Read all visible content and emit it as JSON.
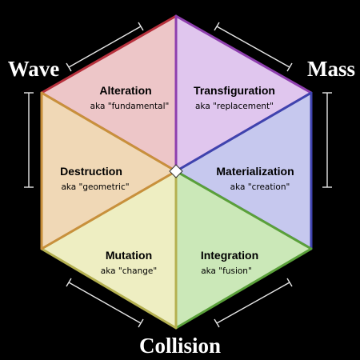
{
  "outer_labels": {
    "wave": "Wave",
    "mass": "Mass",
    "collision": "Collision"
  },
  "segments": [
    {
      "key": "alteration",
      "title": "Alteration",
      "aka": "aka \"fundamental\"",
      "fill": "#edc6c8",
      "stroke": "#b6303c"
    },
    {
      "key": "transfiguration",
      "title": "Transfiguration",
      "aka": "aka \"replacement\"",
      "fill": "#e0c6ee",
      "stroke": "#8e3fae"
    },
    {
      "key": "materialization",
      "title": "Materialization",
      "aka": "aka \"creation\"",
      "fill": "#c6c8ee",
      "stroke": "#3f43ae"
    },
    {
      "key": "integration",
      "title": "Integration",
      "aka": "aka \"fusion\"",
      "fill": "#cbe8b8",
      "stroke": "#5aa03a"
    },
    {
      "key": "mutation",
      "title": "Mutation",
      "aka": "aka \"change\"",
      "fill": "#eeeec2",
      "stroke": "#b4b050"
    },
    {
      "key": "destruction",
      "title": "Destruction",
      "aka": "aka \"geometric\"",
      "fill": "#f0d8b6",
      "stroke": "#c8903c"
    }
  ],
  "center_marker_color": "#ffffff"
}
